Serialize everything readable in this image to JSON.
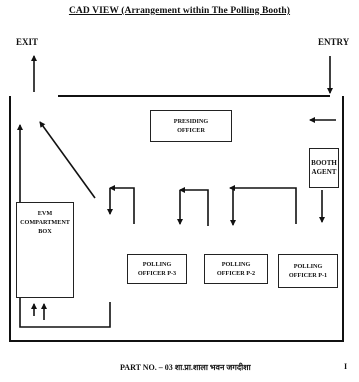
{
  "title": "CAD VIEW (Arrangement within The Polling Booth)",
  "labels": {
    "exit": "EXIT",
    "entry": "ENTRY"
  },
  "boxes": {
    "presiding_officer": {
      "line1": "PRESIDING",
      "line2": "OFFICER"
    },
    "booth_agent": {
      "line1": "BOOTH",
      "line2": "AGENT"
    },
    "evm_box": {
      "line1": "EVM",
      "line2": "COMPARTMENT",
      "line3": "BOX"
    },
    "polling_officer_3": {
      "line1": "POLLING",
      "line2": "OFFICER P-3"
    },
    "polling_officer_2": {
      "line1": "POLLING",
      "line2": "OFFICER P-2"
    },
    "polling_officer_1": {
      "line1": "POLLING",
      "line2": "OFFICER P-1"
    }
  },
  "footer": {
    "part_text": "PART NO. – 03 शा.प्रा.शाला भवन जगदीशा",
    "page_mark": "I"
  }
}
